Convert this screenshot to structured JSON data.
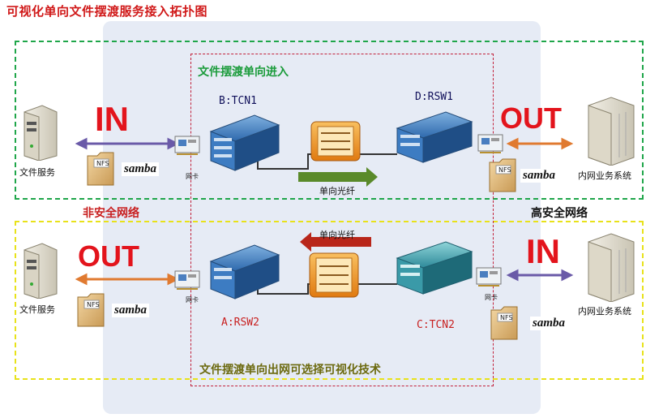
{
  "title": "可视化单向文件摆渡服务接入拓扑图",
  "labels": {
    "upper_channel": "文件摆渡单向进入",
    "lower_channel": "文件摆渡单向出网可选择可视化技术",
    "insecure_net": "非安全网络",
    "secure_net": "高安全网络",
    "fiber_top": "单向光纤",
    "fiber_bottom": "单向光纤",
    "in_top": "IN",
    "out_top": "OUT",
    "out_bottom": "OUT",
    "in_bottom": "IN",
    "file_service_top": "文件服务",
    "file_service_bottom": "文件服务",
    "internal_biz_top": "内网业务系统",
    "internal_biz_bottom": "内网业务系统",
    "nic_tl": "网卡",
    "nic_bl": "网卡",
    "nic_br": "网卡",
    "dev_b": "B:TCN1",
    "dev_d": "D:RSW1",
    "dev_a": "A:RSW2",
    "dev_c": "C:TCN2",
    "samba": "samba",
    "nfs": "NFS"
  },
  "colors": {
    "insecure_border": "#1fa64a",
    "lower_border": "#e8e21a",
    "channel_border": "#c2203a",
    "title_red": "#d01818",
    "fiber_green": "#5a8a2a",
    "fiber_red": "#b8261a",
    "panel_bg": "#e6ebf5"
  }
}
